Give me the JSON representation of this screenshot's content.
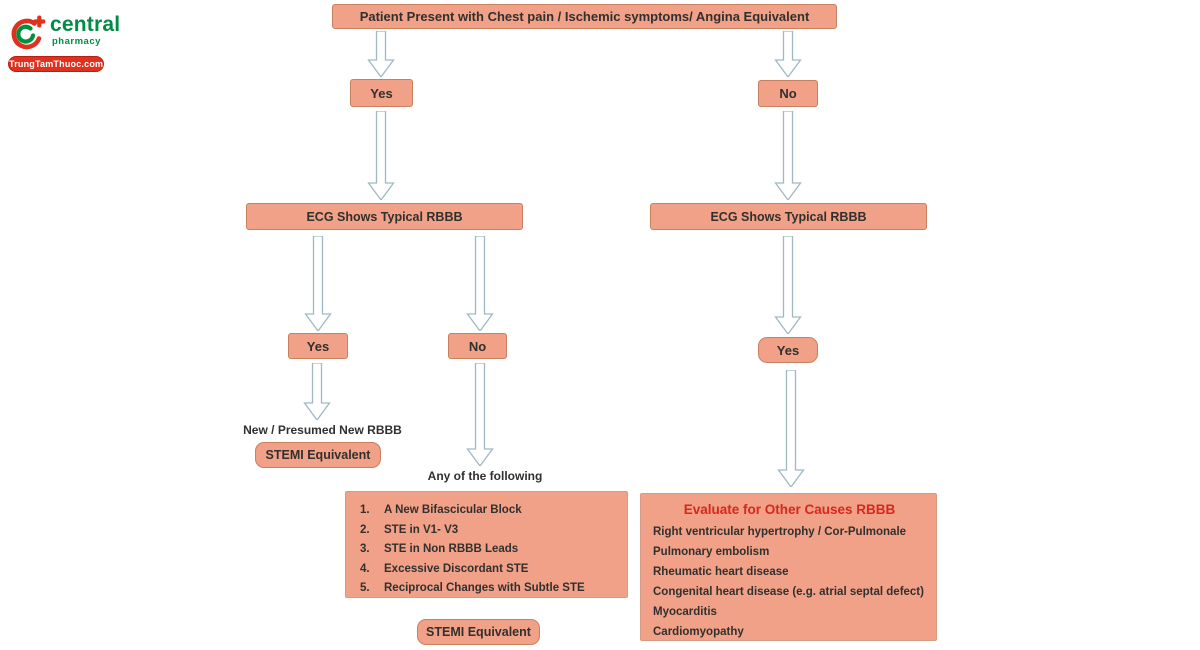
{
  "logo": {
    "brand": "central",
    "tagline": "pharmacy",
    "badge": "TrungTamThuoc.com"
  },
  "colors": {
    "box_fill": "#f0a187",
    "box_border": "#c8805f",
    "arrow_stroke": "#9fb9c3",
    "text_dark": "#32302e",
    "evaluate_title_red": "#d6281c",
    "logo_green": "#008c46",
    "logo_red": "#e0301e"
  },
  "flowchart": {
    "title": "Patient Present with Chest pain / Ischemic symptoms/ Angina Equivalent",
    "left_branch": {
      "decision1": "Yes",
      "ecg": "ECG Shows Typical RBBB",
      "decision2_yes": "Yes",
      "decision2_no": "No",
      "new_rbbb_note": "New / Presumed New RBBB",
      "stemi_label_1": "STEMI Equivalent",
      "any_following": "Any of the following",
      "criteria": [
        {
          "num": "1.",
          "text": "A New Bifascicular Block"
        },
        {
          "num": "2.",
          "text": "STE in V1- V3"
        },
        {
          "num": "3.",
          "text": "STE in Non RBBB Leads"
        },
        {
          "num": "4.",
          "text": "Excessive Discordant STE"
        },
        {
          "num": "5.",
          "text": "Reciprocal Changes with Subtle STE"
        }
      ],
      "stemi_label_2": "STEMI Equivalent"
    },
    "right_branch": {
      "decision1": "No",
      "ecg": "ECG Shows Typical RBBB",
      "decision2": "Yes",
      "evaluate_title": "Evaluate for Other Causes RBBB",
      "causes": [
        "Right ventricular hypertrophy / Cor-Pulmonale",
        "Pulmonary embolism",
        "Rheumatic heart disease",
        "Congenital heart disease (e.g. atrial septal defect)",
        "Myocarditis",
        "Cardiomyopathy"
      ]
    }
  }
}
